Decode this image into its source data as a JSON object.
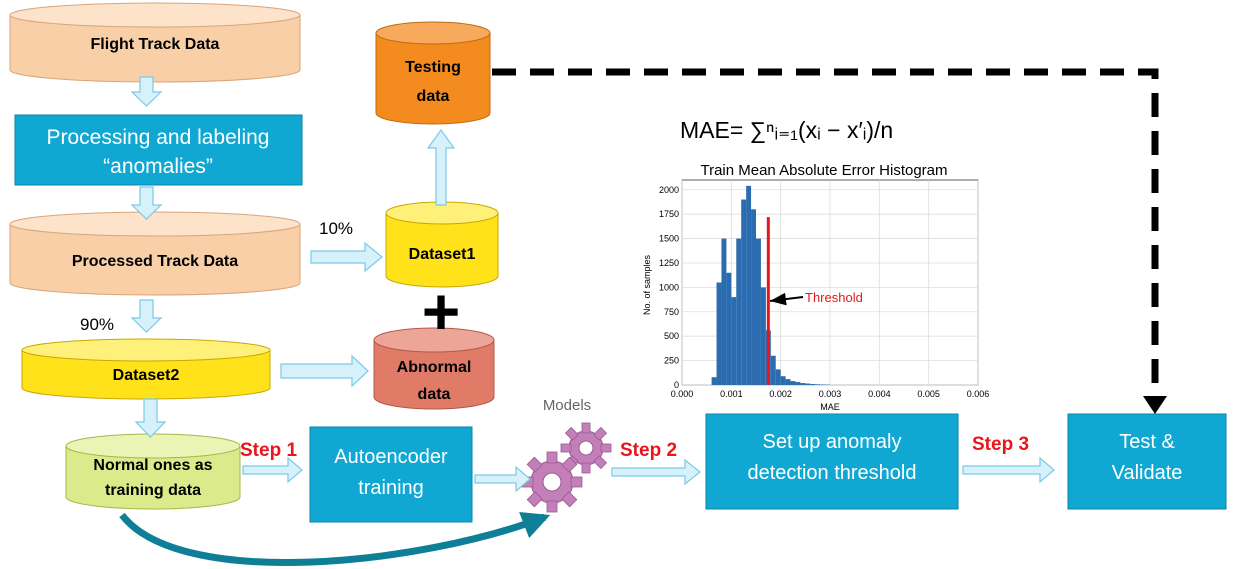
{
  "nodes": {
    "flight_track": "Flight Track Data",
    "processing_line1": "Processing and labeling",
    "processing_line2": "“anomalies”",
    "processed_track": "Processed Track Data",
    "dataset1": "Dataset1",
    "dataset2": "Dataset2",
    "testing_line1": "Testing",
    "testing_line2": "data",
    "abnormal_line1": "Abnormal",
    "abnormal_line2": "data",
    "normal_line1": "Normal ones as",
    "normal_line2": "training data",
    "autoencoder_line1": "Autoencoder",
    "autoencoder_line2": "training",
    "models": "Models",
    "threshold_line1": "Set up anomaly",
    "threshold_line2": "detection threshold",
    "test_line1": "Test &",
    "test_line2": "Validate"
  },
  "splits": {
    "ten": "10%",
    "ninety": "90%"
  },
  "plus": "+",
  "steps": {
    "s1": "Step 1",
    "s2": "Step 2",
    "s3": "Step 3"
  },
  "formula": "MAE= ∑ⁿᵢ₌₁(xᵢ − x′ᵢ)/n",
  "colors": {
    "peach": "#f9cfa8",
    "cyan_box": "#10a8d3",
    "yellow": "#ffe21a",
    "orange": "#f48b1f",
    "salmon": "#e07b68",
    "lime": "#dbea8a",
    "arrow_fill": "#d7f1fb",
    "arrow_stroke": "#7cc9e6",
    "hist_bar": "#2b6cb0",
    "threshold": "#e8161a"
  },
  "chart_data": {
    "type": "bar",
    "title": "Train Mean Absolute Error Histogram",
    "xlabel": "MAE",
    "ylabel": "No. of samples",
    "xlim": [
      0.0,
      0.006
    ],
    "ylim": [
      0,
      2100
    ],
    "xticks": [
      "0.000",
      "0.001",
      "0.002",
      "0.003",
      "0.004",
      "0.005",
      "0.006"
    ],
    "yticks": [
      "0",
      "250",
      "500",
      "750",
      "1000",
      "1250",
      "1500",
      "1750",
      "2000"
    ],
    "bin_width": 0.0001,
    "bins": [
      {
        "x": 0.0006,
        "v": 80
      },
      {
        "x": 0.0007,
        "v": 1050
      },
      {
        "x": 0.0008,
        "v": 1500
      },
      {
        "x": 0.0009,
        "v": 1150
      },
      {
        "x": 0.001,
        "v": 900
      },
      {
        "x": 0.0011,
        "v": 1500
      },
      {
        "x": 0.0012,
        "v": 1900
      },
      {
        "x": 0.0013,
        "v": 2040
      },
      {
        "x": 0.0014,
        "v": 1800
      },
      {
        "x": 0.0015,
        "v": 1500
      },
      {
        "x": 0.0016,
        "v": 1000
      },
      {
        "x": 0.0017,
        "v": 560
      },
      {
        "x": 0.0018,
        "v": 300
      },
      {
        "x": 0.0019,
        "v": 160
      },
      {
        "x": 0.002,
        "v": 90
      },
      {
        "x": 0.0021,
        "v": 60
      },
      {
        "x": 0.0022,
        "v": 40
      },
      {
        "x": 0.0023,
        "v": 30
      },
      {
        "x": 0.0024,
        "v": 20
      },
      {
        "x": 0.0025,
        "v": 15
      },
      {
        "x": 0.0026,
        "v": 10
      },
      {
        "x": 0.0027,
        "v": 7
      },
      {
        "x": 0.0028,
        "v": 5
      },
      {
        "x": 0.0029,
        "v": 4
      }
    ],
    "threshold": 0.00175,
    "threshold_label": "Threshold"
  }
}
